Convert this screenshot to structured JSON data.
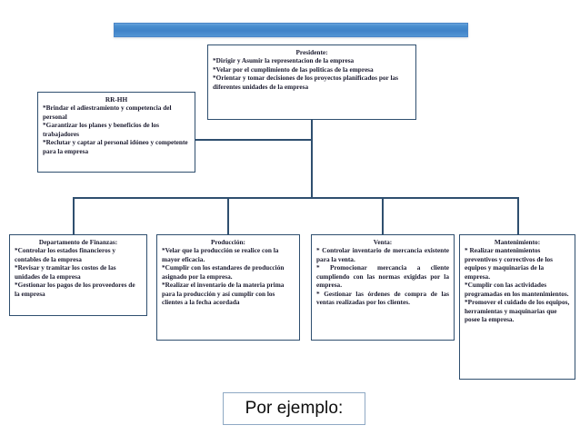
{
  "page": {
    "background_color": "#ffffff",
    "border_color": "#2F4F6F",
    "accent_bar_color": "#4A8FD0",
    "caption_border_color": "#8FA9C4"
  },
  "title_bar": {
    "label": ""
  },
  "chart": {
    "type": "organizational-chart",
    "nodes": [
      {
        "id": "presidente",
        "title": "Presidente:",
        "lines": [
          "*Dirigir y Asumir la representacion de la empresa",
          "*Velar por el cumplimiento de las politicas de la empresa",
          "*Orientar y tomar decisiones de los proyectos planificados por las diferentes unidades de la empresa"
        ],
        "align": "left"
      },
      {
        "id": "rr-hh",
        "title": "RR-HH",
        "lines": [
          "*Brindar el adiestramiento y competencia del personal",
          "*Garantizar los planes y beneficios de los trabajadores",
          "*Reclutar y captar al personal idóneo y competente para la empresa"
        ],
        "align": "left"
      },
      {
        "id": "finanzas",
        "title": "Departamento de Finanzas:",
        "lines": [
          "*Controlar los estados financieros y contables  de la empresa",
          "*Revisar y tramitar los costos de las unidades de la empresa",
          "*Gestionar los pagos de los proveedores de la empresa"
        ],
        "align": "left"
      },
      {
        "id": "produccion",
        "title": "Producción:",
        "lines": [
          "*Velar que la producción se realice con la mayor eficacia.",
          "*Cumplir con los estandares de producción asignado por la empresa.",
          "*Realizar el inventario de la materia prima para la producción y así cumplir con los clientes a la fecha acordada"
        ],
        "align": "left"
      },
      {
        "id": "venta",
        "title": "Venta:",
        "lines": [
          "*    Controlar    inventario    de mercancia existente para la venta.",
          "* Promocionar mercancia a cliente cumpliendo   con   las   normas exigidas por la empresa.",
          "* Gestionar las órdenes de compra de  las  ventas  realizadas  por  los clientes."
        ],
        "align": "justify"
      },
      {
        "id": "mantenimiento",
        "title": "Mantenimiento:",
        "lines": [
          "*   Realizar  mantenimientos preventivos y correctivos de los equipos y  maquinarias de la empresa.",
          "*Cumplir con las actividades programadas en los mantenimientos.",
          "*Promover el cuidado de los equipos, herramientas y maquinarias que posee la empresa."
        ],
        "align": "left"
      }
    ]
  },
  "caption": {
    "text": "Por ejemplo:"
  }
}
